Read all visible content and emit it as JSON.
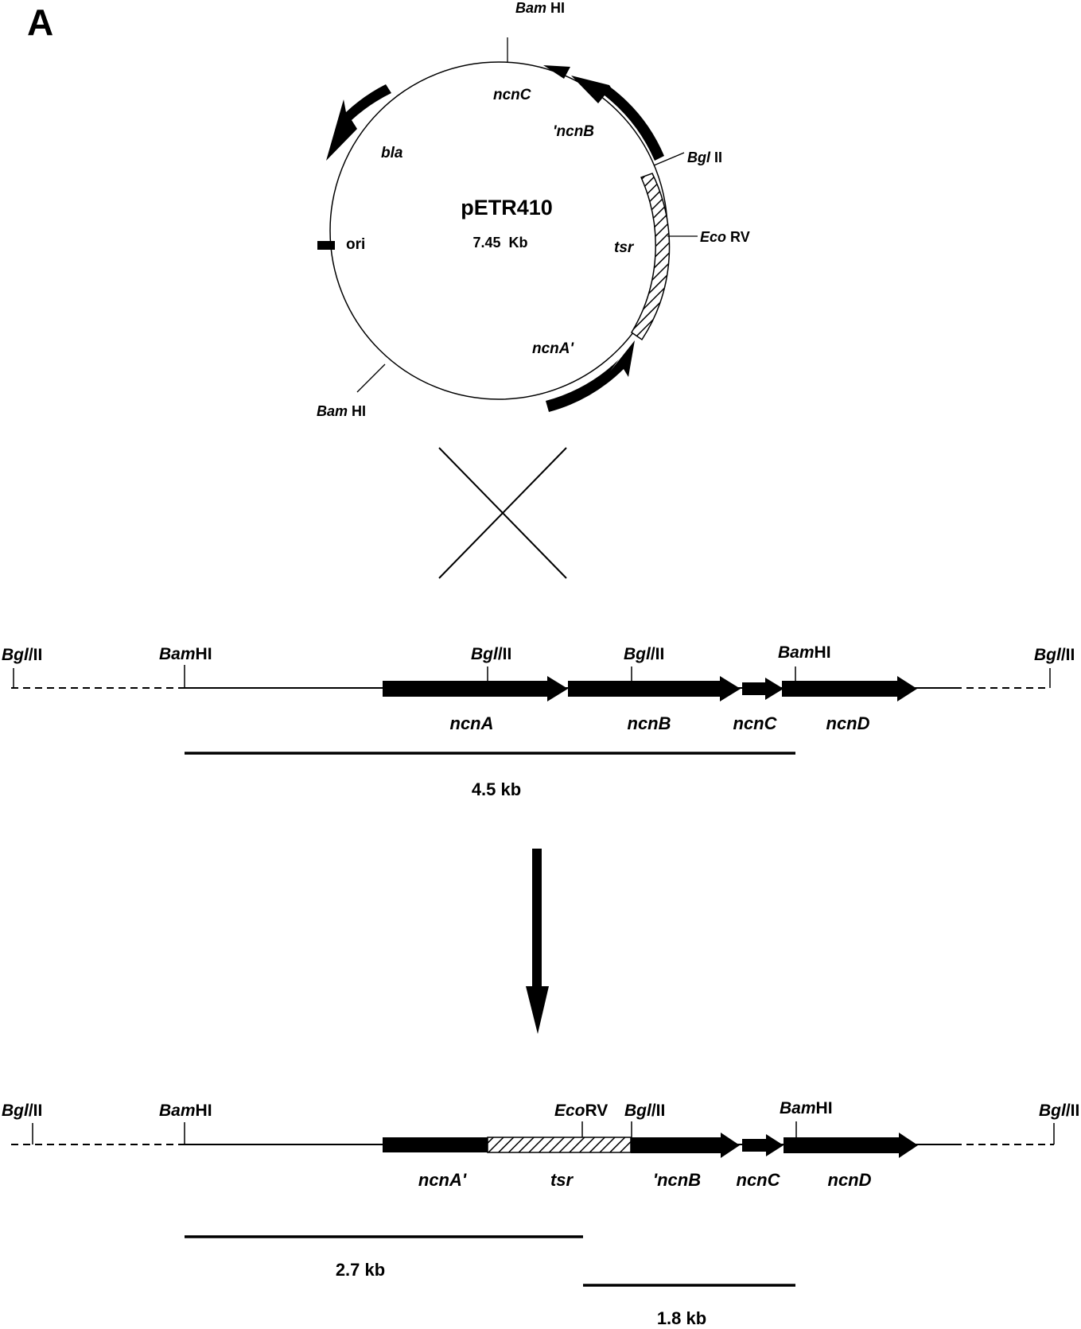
{
  "panel_label": "A",
  "plasmid": {
    "name": "pETR410",
    "size": "7.45  Kb",
    "sites": {
      "bamhi_top": {
        "enzyme": "Bam",
        "suffix": " HI"
      },
      "bamhi_bottom": {
        "enzyme": "Bam",
        "suffix": " HI"
      },
      "bglii": {
        "enzyme": "Bgl",
        "suffix": " II"
      },
      "ecorv": {
        "enzyme": "Eco",
        "suffix": " RV"
      }
    },
    "genes": {
      "ncnC": "ncnC",
      "ncnB": "'ncnB",
      "bla": "bla",
      "ori": "ori",
      "tsr": "tsr",
      "ncnA": "ncnA'"
    }
  },
  "wildtype_map": {
    "sites": [
      {
        "enzyme": "Bgl",
        "suffix": "/II"
      },
      {
        "enzyme": "Bam",
        "suffix": "HI"
      },
      {
        "enzyme": "Bgl",
        "suffix": "/II"
      },
      {
        "enzyme": "Bgl",
        "suffix": "/II"
      },
      {
        "enzyme": "Bam",
        "suffix": "HI"
      },
      {
        "enzyme": "Bgl",
        "suffix": "/II"
      }
    ],
    "genes": [
      "ncnA",
      "ncnB",
      "ncnC",
      "ncnD"
    ],
    "fragment": "4.5 kb"
  },
  "mutant_map": {
    "sites": [
      {
        "enzyme": "Bgl",
        "suffix": "/II"
      },
      {
        "enzyme": "Bam",
        "suffix": "HI"
      },
      {
        "enzyme": "Eco",
        "suffix": "RV"
      },
      {
        "enzyme": "Bgl",
        "suffix": "/II"
      },
      {
        "enzyme": "Bam",
        "suffix": "HI"
      },
      {
        "enzyme": "Bgl",
        "suffix": "/II"
      }
    ],
    "genes": [
      "ncnA'",
      "tsr",
      "'ncnB",
      "ncnC",
      "ncnD"
    ],
    "fragments": [
      "2.7 kb",
      "1.8 kb"
    ]
  }
}
